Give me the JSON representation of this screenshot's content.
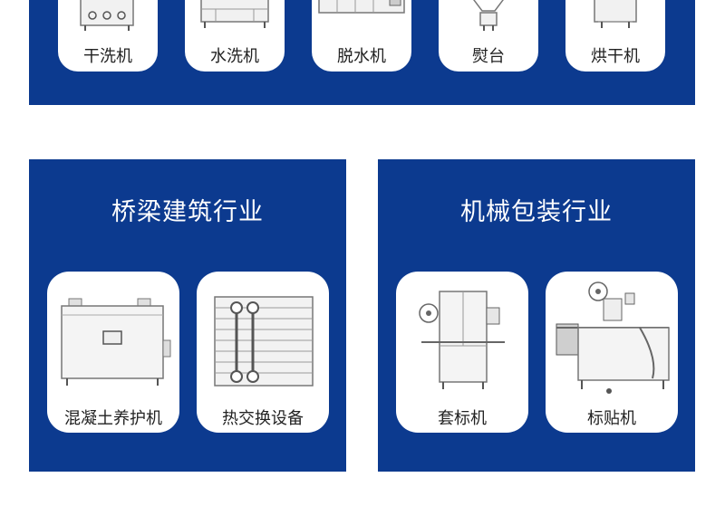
{
  "top_row": [
    {
      "label": "干洗机",
      "icon": "dry-cleaning-machine-icon"
    },
    {
      "label": "水洗机",
      "icon": "washing-machine-icon"
    },
    {
      "label": "脱水机",
      "icon": "spin-dryer-icon"
    },
    {
      "label": "熨台",
      "icon": "ironing-table-icon"
    },
    {
      "label": "烘干机",
      "icon": "tumble-dryer-icon"
    }
  ],
  "bridge_section": {
    "title": "桥梁建筑行业",
    "items": [
      {
        "label": "混凝土养护机",
        "icon": "concrete-curing-machine-icon"
      },
      {
        "label": "热交换设备",
        "icon": "heat-exchanger-icon"
      }
    ]
  },
  "packaging_section": {
    "title": "机械包装行业",
    "items": [
      {
        "label": "套标机",
        "icon": "sleeve-labeling-machine-icon"
      },
      {
        "label": "标贴机",
        "icon": "labeling-machine-icon"
      }
    ]
  },
  "colors": {
    "panel": "#0c3a8f",
    "card": "#ffffff",
    "text": "#222222"
  }
}
